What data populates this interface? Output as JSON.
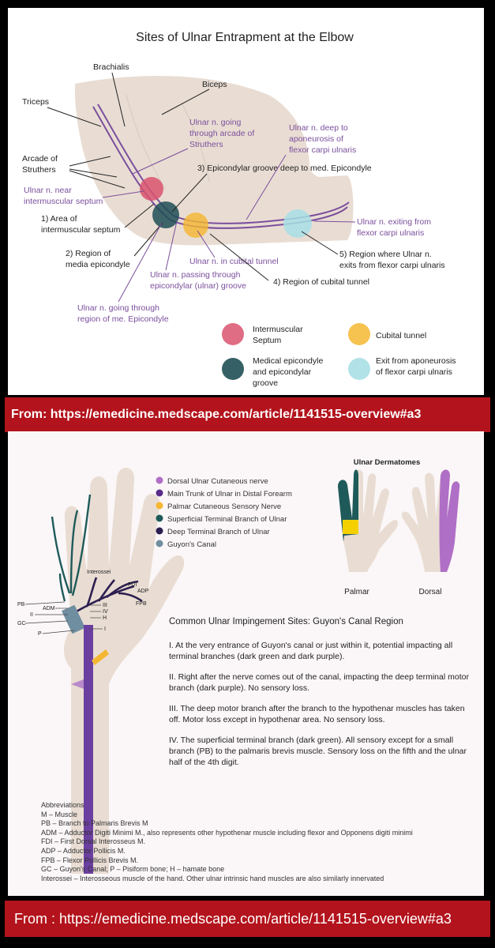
{
  "elbow": {
    "title": "Sites of Ulnar Entrapment at the Elbow",
    "labels": {
      "brachialis": "Brachialis",
      "biceps": "Biceps",
      "triceps": "Triceps",
      "arcade1": "Arcade of",
      "arcade2": "Struthers",
      "struthers1": "Ulnar n. going",
      "struthers2": "through arcade of",
      "struthers3": "Struthers",
      "deep1": "Ulnar n. deep to",
      "deep2": "aponeurosis of",
      "deep3": "flexor carpi ulnaris",
      "epigroove": "3)  Epicondylar groove deep to med. Epicondyle",
      "near1": "Ulnar n. near",
      "near2": "intermuscular septum",
      "area1": "1)  Area of",
      "area2": "intermuscular septum",
      "exiting1": "Ulnar n. exiting from",
      "exiting2": "flexor carpi ulnaris",
      "region1": "2)  Region of",
      "region2": "media epicondyle",
      "cubital": "Ulnar n. in cubital tunnel",
      "exits1": "5)  Region where Ulnar n.",
      "exits2": "exits from flexor carpi ulnaris",
      "passing1": "Ulnar n. passing through",
      "passing2": "epicondylar (ulnar) groove",
      "regcub": "4)  Region of cubital tunnel",
      "goingme1": "Ulnar n. going through",
      "goingme2": "region of me. Epicondyle"
    },
    "legend": {
      "septum1": "Intermuscular",
      "septum2": "Septum",
      "cubital": "Cubital tunnel",
      "medical1": "Medical epicondyle",
      "medical2": "and epicondylar",
      "medical3": "groove",
      "exit1": "Exit from aponeurosis",
      "exit2": "of flexor carpi ulnaris"
    }
  },
  "banner_top": "From: https://emedicine.medscape.com/article/1141515-overview#a3",
  "hand": {
    "legend": [
      "Dorsal Ulnar Cutaneous nerve",
      "Main Trunk of Ulnar in Distal Forearm",
      "Palmar Cutaneous Sensory Nerve",
      "Superficial Terminal Branch of Ulnar",
      "Deep Terminal Branch of Ulnar",
      "Guyon's Canal"
    ],
    "dermatomes": {
      "title": "Ulnar Dermatomes",
      "palmar": "Palmar",
      "dorsal": "Dorsal"
    },
    "labels": {
      "interossei": "Interossei",
      "fdi": "FDI",
      "adp": "ADP",
      "fpb": "FPB",
      "pb": "PB",
      "adm": "ADM",
      "ii": "II",
      "gc": "GC",
      "p": "P",
      "iii": "III",
      "iv": "IV",
      "h": "H",
      "i": "I"
    },
    "sites": {
      "heading": "Common Ulnar Impingement Sites: Guyon's Canal Region",
      "s1": "I.   At the very entrance of Guyon's canal or just within it, potential impacting all terminal branches (dark green and dark purple).",
      "s2": "II.  Right after the nerve comes out of the canal, impacting the deep terminal motor branch (dark purple). No sensory loss.",
      "s3": "III.  The deep motor branch after the branch to the hypothenar muscles has taken off. Motor loss except in hypothenar area. No sensory loss.",
      "s4": "IV.  The superficial terminal branch (dark green). All sensory except for a small branch (PB) to the palmaris brevis muscle. Sensory loss on the fifth and the ulnar half of the 4th digit."
    },
    "abbreviations": [
      "Abbreviations",
      "M – Muscle",
      "PB – Branch to Palmaris Brevis M",
      "ADM – Adductor Digiti Minimi M., also represents other hypothenar muscle including flexor and Opponens digiti minimi",
      "FDI – First Dorsal Interosseus M.",
      "ADP – Adductor Pollicis M.",
      "FPB – Flexor Pollicis Brevis M.",
      "GC – Guyon's Canal; P – Pisiform bone; H – hamate bone",
      "Interossei – Interosseous muscle of the hand. Other ulnar intrinsic hand muscles are also similarly innervated"
    ]
  },
  "banner_bottom": "From : https://emedicine.medscape.com/article/1141515-overview#a3",
  "colors": {
    "purple": "#7b4f9d",
    "skin": "#e9ddd3",
    "red_banner": "#b3131c",
    "septum": "#d9536f",
    "epicondyle": "#1f4f55",
    "cubital": "#f5b731",
    "exit": "#a8dfe5"
  }
}
